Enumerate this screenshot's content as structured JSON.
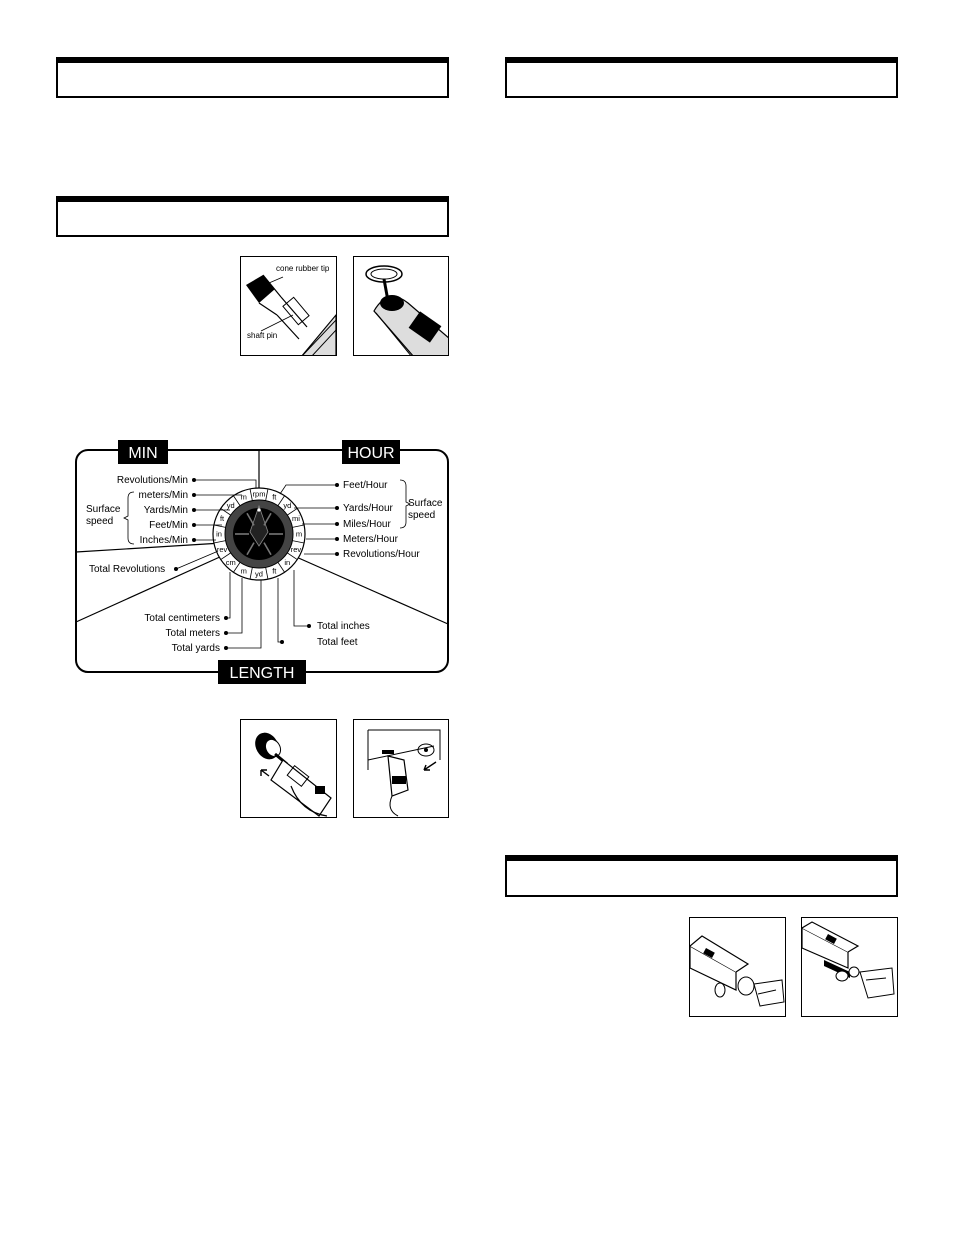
{
  "figures": {
    "tip_install": {
      "cone_label": "cone rubber tip",
      "shaft_label": "shaft pin"
    }
  },
  "dial": {
    "banners": {
      "min": "MIN",
      "hour": "HOUR",
      "length": "LENGTH"
    },
    "left_labels": [
      "Revolutions/Min",
      "meters/Min",
      "Yards/Min",
      "Feet/Min",
      "Inches/Min"
    ],
    "surface_speed_left": [
      "Surface",
      "speed"
    ],
    "total_revolutions": "Total Revolutions",
    "right_labels": [
      "Feet/Hour",
      "Yards/Hour",
      "Miles/Hour",
      "Meters/Hour",
      "Revolutions/Hour"
    ],
    "surface_speed_right": [
      "Surface",
      "speed"
    ],
    "bottom_left_labels": [
      "Total centimeters",
      "Total meters",
      "Total yards"
    ],
    "bottom_right_labels": [
      "Total inches",
      "Total feet"
    ],
    "segments": [
      "rpm",
      "ft",
      "yd",
      "mi",
      "m",
      "rev",
      "in",
      "ft",
      "yd",
      "m",
      "cm",
      "rev",
      "in",
      "ft",
      "yd",
      "m"
    ]
  }
}
